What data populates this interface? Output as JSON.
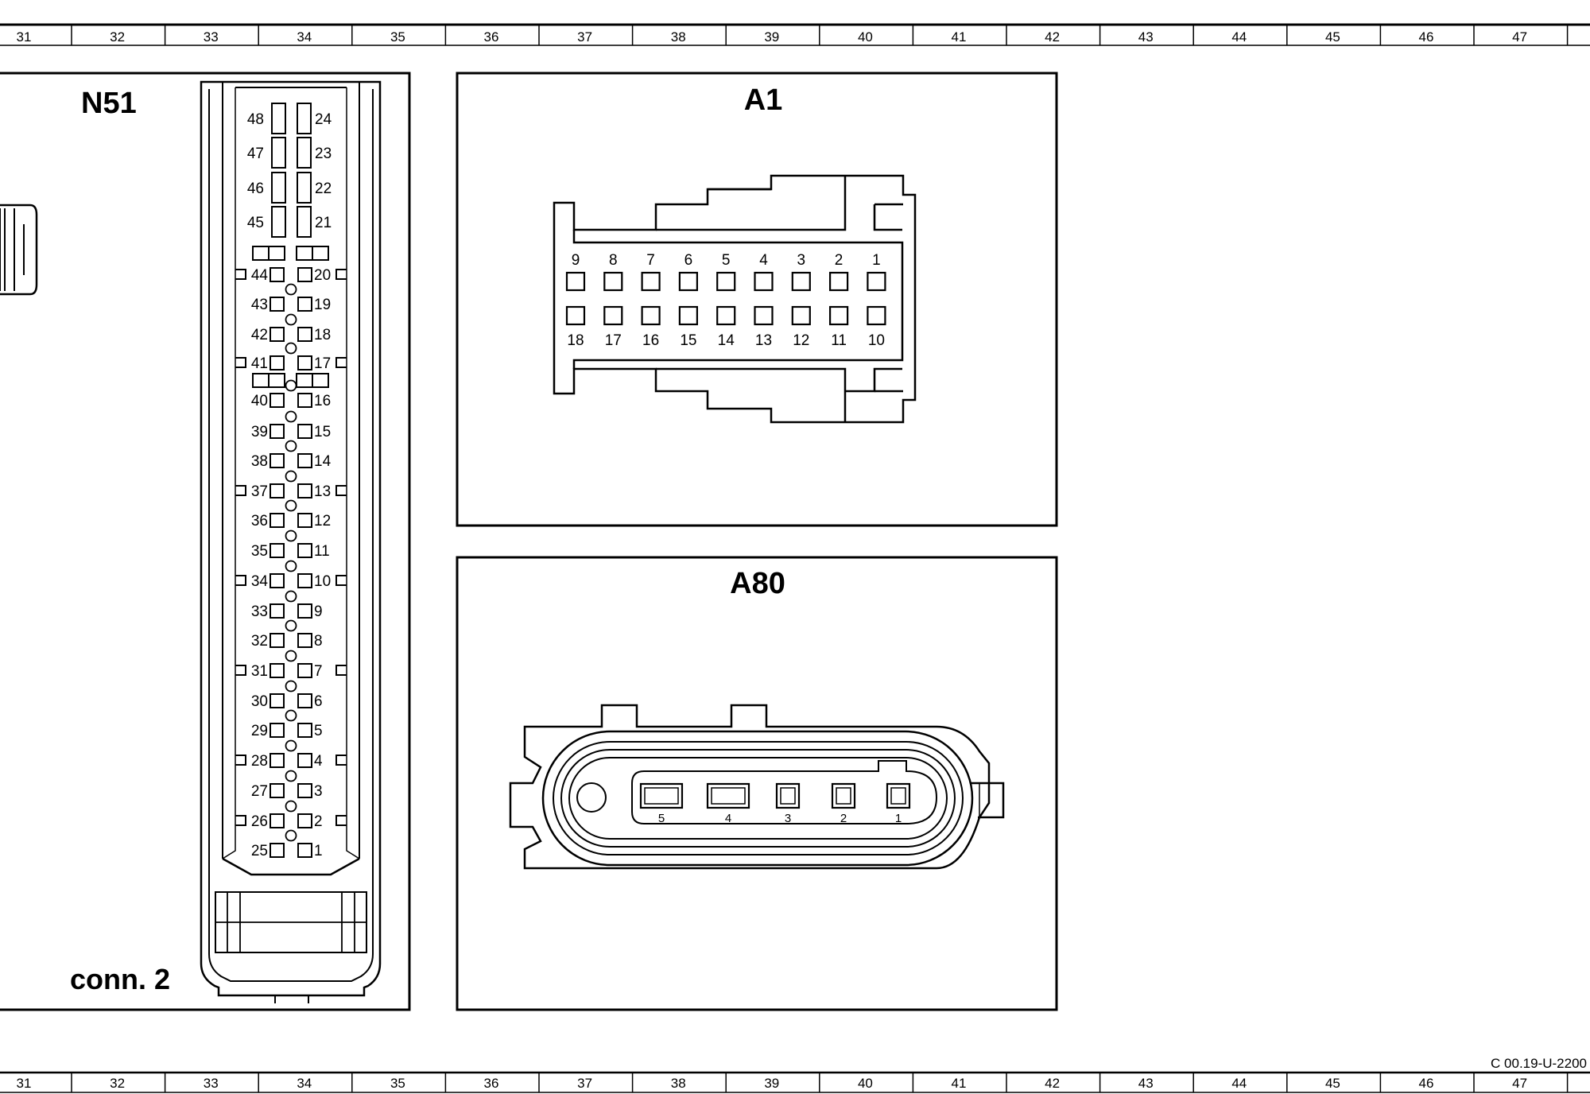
{
  "ruler": {
    "numbers": [
      "31",
      "32",
      "33",
      "34",
      "35",
      "36",
      "37",
      "38",
      "39",
      "40",
      "41",
      "42",
      "43",
      "44",
      "45",
      "46",
      "47"
    ]
  },
  "doc_code": "C 00.19-U-2200",
  "n51": {
    "title": "N51",
    "subtitle": "conn. 2",
    "left_pins": [
      "48",
      "47",
      "46",
      "45",
      "44",
      "43",
      "42",
      "41",
      "40",
      "39",
      "38",
      "37",
      "36",
      "35",
      "34",
      "33",
      "32",
      "31",
      "30",
      "29",
      "28",
      "27",
      "26",
      "25"
    ],
    "right_pins": [
      "24",
      "23",
      "22",
      "21",
      "20",
      "19",
      "18",
      "17",
      "16",
      "15",
      "14",
      "13",
      "12",
      "11",
      "10",
      "9",
      "8",
      "7",
      "6",
      "5",
      "4",
      "3",
      "2",
      "1"
    ]
  },
  "a1": {
    "title": "A1",
    "top_pins": [
      "9",
      "8",
      "7",
      "6",
      "5",
      "4",
      "3",
      "2",
      "1"
    ],
    "bottom_pins": [
      "18",
      "17",
      "16",
      "15",
      "14",
      "13",
      "12",
      "11",
      "10"
    ]
  },
  "a80": {
    "title": "A80",
    "pins": [
      "5",
      "4",
      "3",
      "2",
      "1"
    ]
  }
}
